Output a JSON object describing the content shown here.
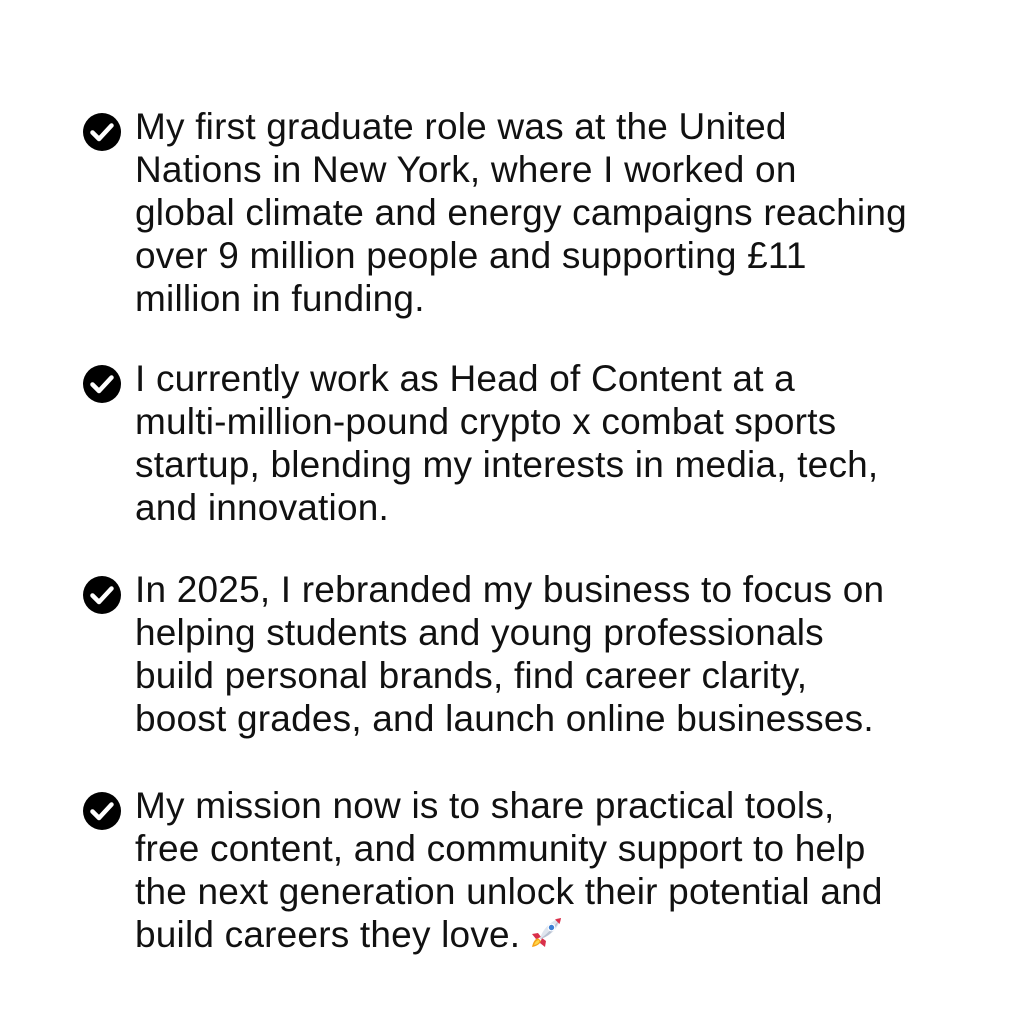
{
  "bullets": [
    {
      "icon": "check-circle-icon",
      "lines": [
        "My first graduate role was at the United",
        "Nations in New York, where I worked on",
        "global climate and energy campaigns reaching",
        "over 9 million people and supporting £11",
        "million in funding."
      ]
    },
    {
      "icon": "check-circle-icon",
      "lines": [
        "I currently work as Head of Content at a",
        "multi-million-pound crypto x combat sports",
        "startup, blending my interests in media, tech,",
        "and innovation."
      ]
    },
    {
      "icon": "check-circle-icon",
      "lines": [
        "In 2025, I rebranded my business to focus on",
        "helping students and young professionals",
        "build personal brands, find career clarity,",
        "boost grades, and launch online businesses."
      ]
    },
    {
      "icon": "check-circle-icon",
      "lines": [
        "My mission now is to share practical tools,",
        "free content, and community support to help",
        "the next generation unlock their potential and",
        "build careers they love."
      ],
      "trailing_icon": "rocket-icon"
    }
  ],
  "colors": {
    "background": "#ffffff",
    "text": "#111111",
    "check_icon": "#000000"
  }
}
